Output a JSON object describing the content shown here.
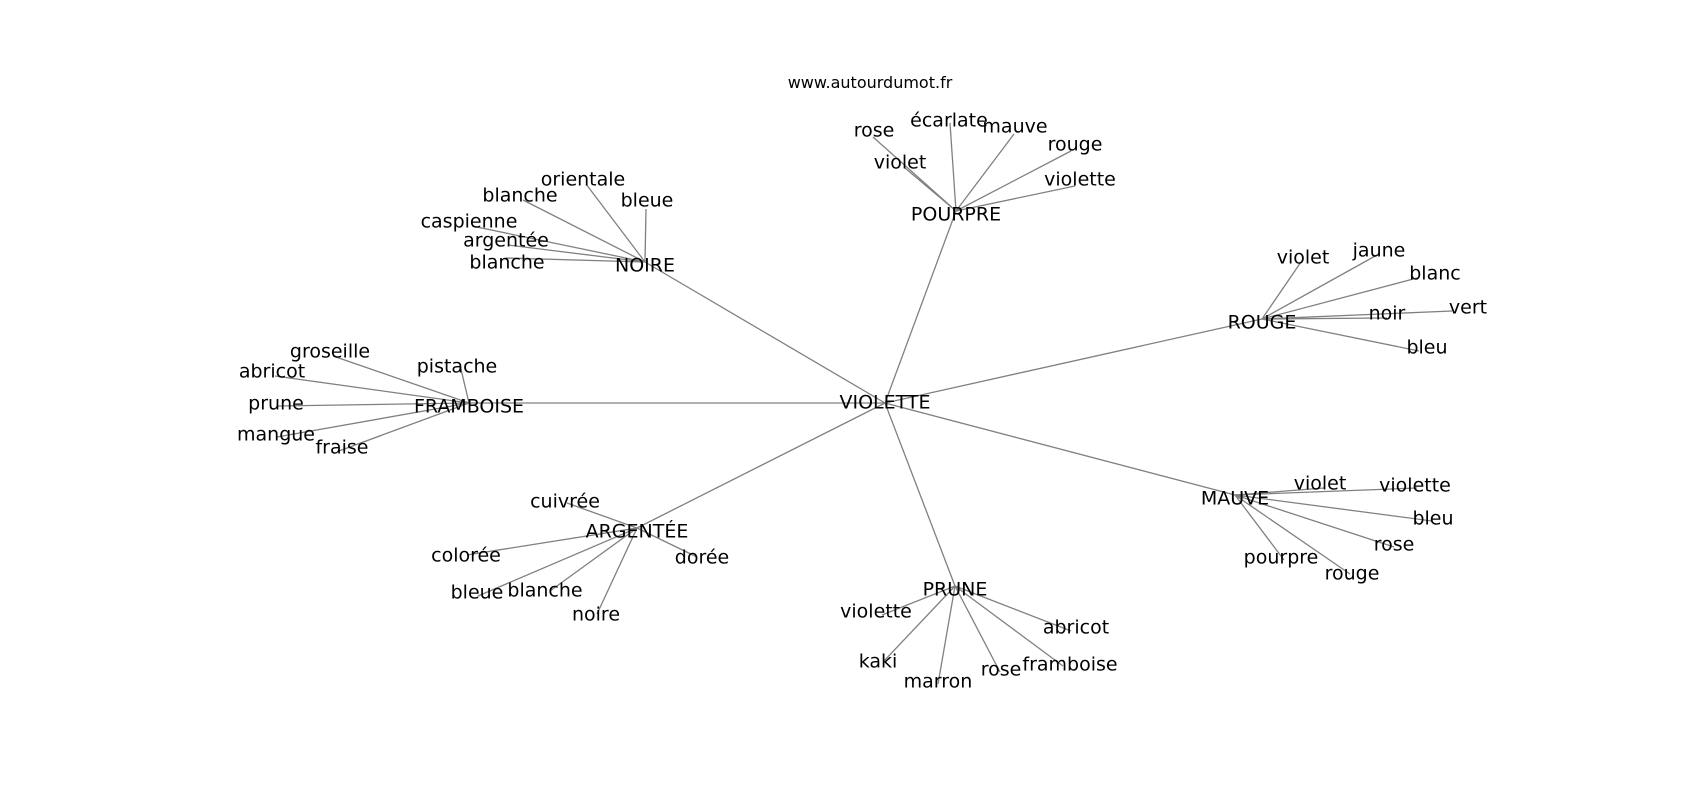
{
  "site_label": "www.autourdumot.fr",
  "center": {
    "label": "VIOLETTE"
  },
  "groups": [
    {
      "id": "pourpre",
      "label": "POURPRE",
      "words": [
        {
          "id": "rose",
          "label": "rose"
        },
        {
          "id": "ecarlate",
          "label": "écarlate"
        },
        {
          "id": "mauve",
          "label": "mauve"
        },
        {
          "id": "rouge",
          "label": "rouge"
        },
        {
          "id": "violet",
          "label": "violet"
        },
        {
          "id": "violette",
          "label": "violette"
        }
      ]
    },
    {
      "id": "noire",
      "label": "NOIRE",
      "words": [
        {
          "id": "orientale",
          "label": "orientale"
        },
        {
          "id": "blanche-1",
          "label": "blanche"
        },
        {
          "id": "bleue",
          "label": "bleue"
        },
        {
          "id": "caspienne",
          "label": "caspienne"
        },
        {
          "id": "argentee",
          "label": "argentée"
        },
        {
          "id": "blanche-2",
          "label": "blanche"
        }
      ]
    },
    {
      "id": "rouge",
      "label": "ROUGE",
      "words": [
        {
          "id": "violet",
          "label": "violet"
        },
        {
          "id": "jaune",
          "label": "jaune"
        },
        {
          "id": "blanc",
          "label": "blanc"
        },
        {
          "id": "noir",
          "label": "noir"
        },
        {
          "id": "vert",
          "label": "vert"
        },
        {
          "id": "bleu",
          "label": "bleu"
        }
      ]
    },
    {
      "id": "framboise",
      "label": "FRAMBOISE",
      "words": [
        {
          "id": "groseille",
          "label": "groseille"
        },
        {
          "id": "pistache",
          "label": "pistache"
        },
        {
          "id": "abricot",
          "label": "abricot"
        },
        {
          "id": "prune",
          "label": "prune"
        },
        {
          "id": "mangue",
          "label": "mangue"
        },
        {
          "id": "fraise",
          "label": "fraise"
        }
      ]
    },
    {
      "id": "mauve",
      "label": "MAUVE",
      "words": [
        {
          "id": "violet",
          "label": "violet"
        },
        {
          "id": "violette",
          "label": "violette"
        },
        {
          "id": "bleu",
          "label": "bleu"
        },
        {
          "id": "rose",
          "label": "rose"
        },
        {
          "id": "pourpre",
          "label": "pourpre"
        },
        {
          "id": "rouge",
          "label": "rouge"
        }
      ]
    },
    {
      "id": "argentee",
      "label": "ARGENTÉE",
      "words": [
        {
          "id": "cuivree",
          "label": "cuivrée"
        },
        {
          "id": "coloree",
          "label": "colorée"
        },
        {
          "id": "doree",
          "label": "dorée"
        },
        {
          "id": "bleue",
          "label": "bleue"
        },
        {
          "id": "blanche",
          "label": "blanche"
        },
        {
          "id": "noire",
          "label": "noire"
        }
      ]
    },
    {
      "id": "prune",
      "label": "PRUNE",
      "words": [
        {
          "id": "violette",
          "label": "violette"
        },
        {
          "id": "abricot",
          "label": "abricot"
        },
        {
          "id": "kaki",
          "label": "kaki"
        },
        {
          "id": "marron",
          "label": "marron"
        },
        {
          "id": "rose",
          "label": "rose"
        },
        {
          "id": "framboise",
          "label": "framboise"
        }
      ]
    }
  ],
  "colors": {
    "edge": "#808080",
    "text": "#000000",
    "background": "#ffffff"
  }
}
